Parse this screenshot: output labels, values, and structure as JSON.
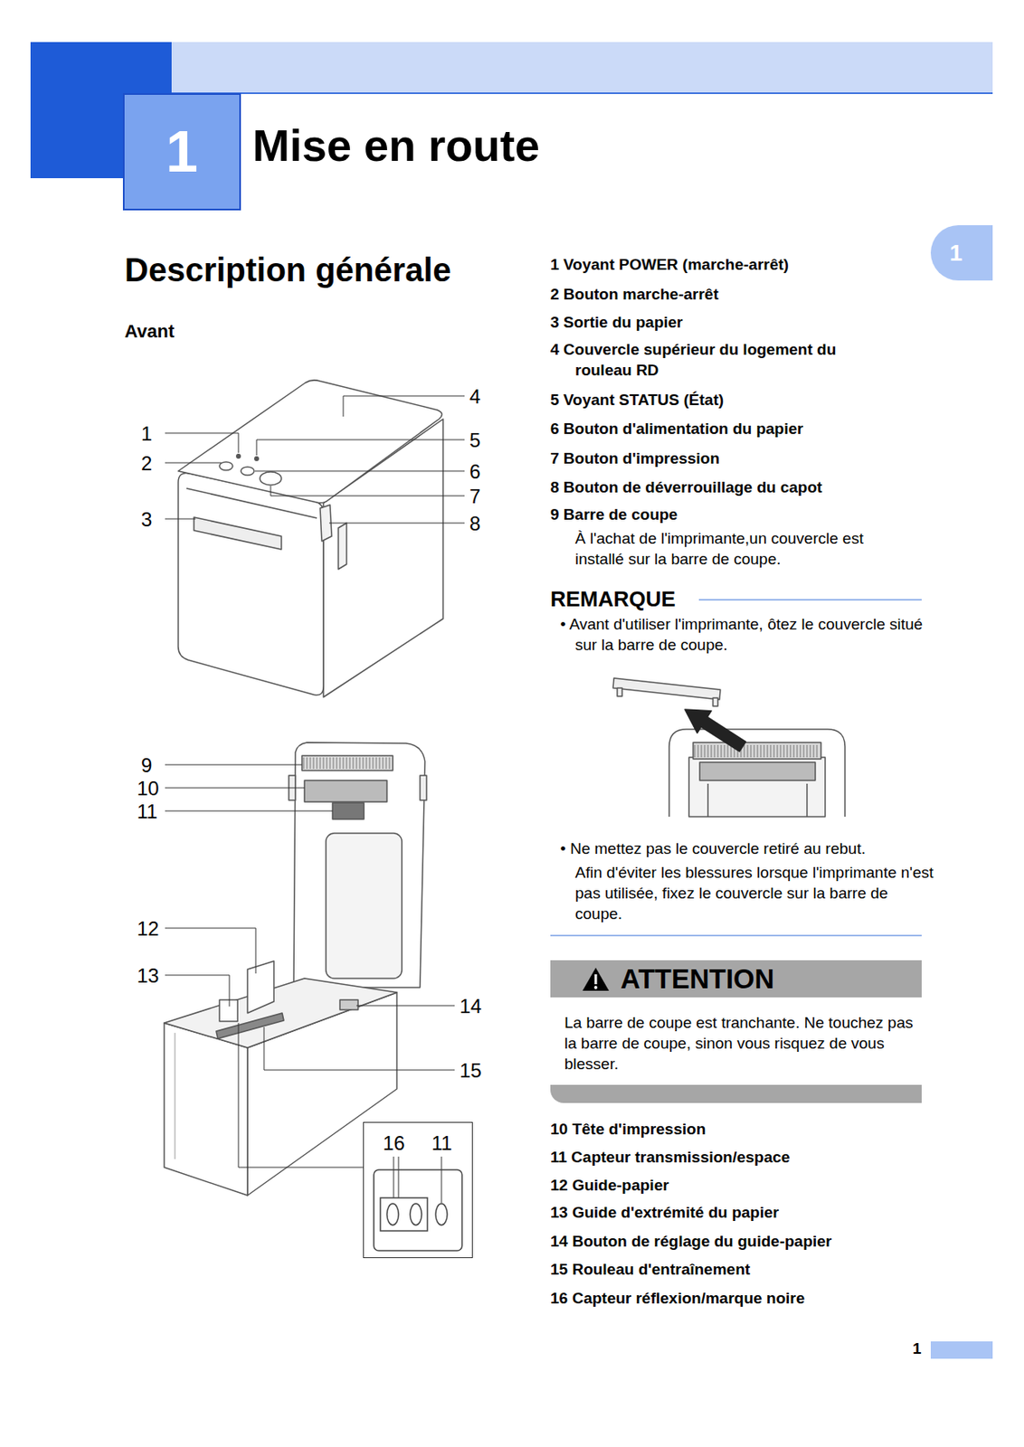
{
  "diagram": {
    "title": "Mise en route",
    "nodes": [
      {
        "text": [
          "1"
        ]
      },
      {
        "text": [
          "1"
        ]
      },
      {
        "text": [
          "ATTENTION",
          "La barre de coupe est tranchante. Ne touchez pas la barre de coupe, sinon vous risquez de vous blesser."
        ]
      },
      {
        "text": [
          "16",
          "11"
        ]
      }
    ],
    "labels": [
      "Description générale",
      "Avant",
      "1",
      "2",
      "3",
      "4",
      "5",
      "6",
      "7",
      "8",
      "9",
      "10",
      "11",
      "12",
      "13",
      "14",
      "15",
      "1 Voyant POWER (marche-arrêt)",
      "2 Bouton marche-arrêt",
      "3 Sortie du papier",
      "4 Couvercle supérieur du logement du rouleau RD",
      "5 Voyant STATUS (État)",
      "6 Bouton d'alimentation du papier",
      "7 Bouton d'impression",
      "8 Bouton de déverrouillage du capot",
      "9 Barre de coupe",
      "À l'achat de l'imprimante,un couvercle est installé sur la barre de coupe.",
      "REMARQUE",
      "• Avant d'utiliser l'imprimante, ôtez le couvercle situé sur la barre de coupe.",
      "• Ne mettez pas le couvercle retiré au rebut.",
      "Afin d'éviter les blessures lorsque l'imprimante n'est pas utilisée, fixez le couvercle sur la barre de coupe.",
      "10 Tête d'impression",
      "11 Capteur transmission/espace",
      "12 Guide-papier",
      "13 Guide d'extrémité du papier",
      "14 Bouton de réglage du guide-papier",
      "15 Rouleau d'entraînement",
      "16 Capteur réflexion/marque noire",
      "1"
    ]
  }
}
